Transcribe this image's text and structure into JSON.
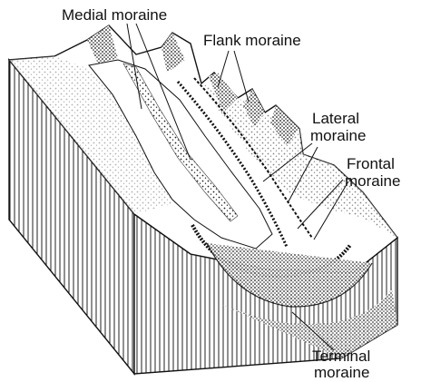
{
  "labels": {
    "medial": "Medial moraine",
    "flank": "Flank moraine",
    "lateral_line1": "Lateral",
    "lateral_line2": "moraine",
    "frontal_line1": "Frontal",
    "frontal_line2": "moraine",
    "terminal_line1": "Terminal",
    "terminal_line2": "moraine"
  }
}
